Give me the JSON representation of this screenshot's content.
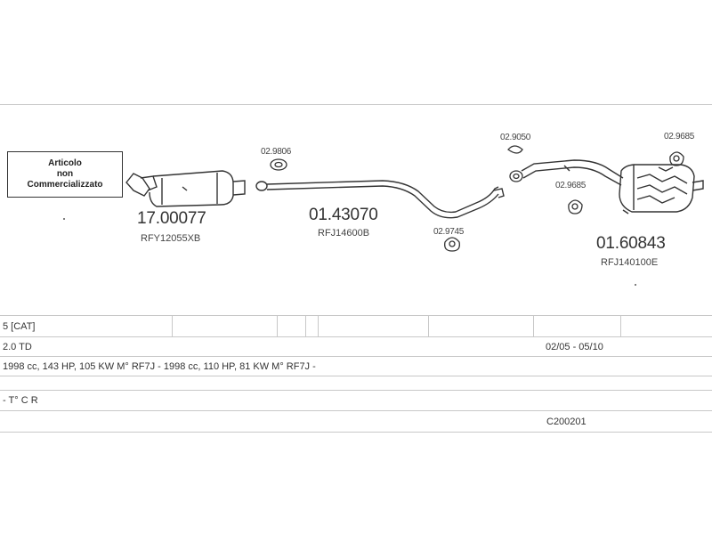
{
  "note": {
    "line1": "Articolo",
    "line2": "non",
    "line3": "Commercializzato"
  },
  "parts": {
    "dpf": {
      "code": "17.00077",
      "ref": "RFY12055XB"
    },
    "middle_pipe": {
      "code": "01.43070",
      "ref": "RFJ14600B"
    },
    "rear_silencer": {
      "code": "01.60843",
      "ref": "RFJ140100E"
    }
  },
  "accessories": {
    "gasket_front": "02.9806",
    "hanger_middle": "02.9745",
    "gasket_rear": "02.9050",
    "hanger_rear_1": "02.9685",
    "hanger_rear_2": "02.9685"
  },
  "table": {
    "row1": {
      "model": "5  [CAT]"
    },
    "row2": {
      "engine": "2.0 TD",
      "years": "02/05 - 05/10"
    },
    "row3": {
      "spec": "1998 cc, 143 HP, 105 KW M° RF7J - 1998 cc, 110 HP, 81 KW M° RF7J -"
    },
    "row4": {
      "type": "- T° C R"
    },
    "row5": {
      "catalog": "C200201"
    }
  }
}
